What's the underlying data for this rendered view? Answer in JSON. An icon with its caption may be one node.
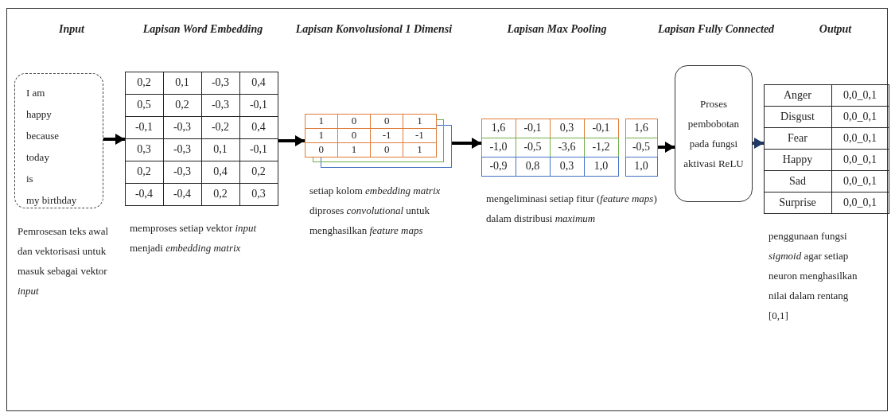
{
  "diagram": {
    "nodes": [
      {
        "text": [
          "I am",
          "happy",
          "because",
          "today",
          "is",
          "my birthday"
        ],
        "beside": [
          "Pemrosesan teks awal dan vektorisasi untuk masuk sebagai vektor *input*"
        ]
      },
      {
        "text": [
          "0,2",
          "0,1",
          "-0,3",
          "0,4",
          "0,5",
          "0,2",
          "-0,3",
          "-0,1",
          "-0,1",
          "-0,3",
          "-0,2",
          "0,4",
          "0,3",
          "-0,3",
          "0,1",
          "-0,1",
          "0,2",
          "-0,3",
          "0,4",
          "0,2",
          "-0,4",
          "-0,4",
          "0,2",
          "0,3"
        ],
        "beside": [
          "memproses setiap vektor *input* menjadi *embedding matrix*"
        ]
      },
      {
        "text": [
          "1",
          "0",
          "0",
          "1",
          "1",
          "0",
          "-1",
          "-1",
          "0",
          "1",
          "0",
          "1"
        ],
        "beside": [
          "setiap kolom *embedding matrix* diproses *convolutional* untuk menghasilkan *feature maps*"
        ]
      },
      {
        "text": [
          "1,6",
          "-0,1",
          "0,3",
          "-0,1",
          "-1,0",
          "-0,5",
          "-3,6",
          "-1,2",
          "-0,9",
          "0,8",
          "0,3",
          "1,0"
        ],
        "beside": [
          "mengeliminasi setiap fitur (*feature maps*) dalam distribusi *maximum*"
        ]
      },
      {
        "text": [
          "1,6",
          "-0,5",
          "1,0"
        ]
      },
      {
        "text": [
          "Proses pembobotan pada fungsi aktivasi ReLU"
        ]
      },
      {
        "text": [
          "Anger",
          "0,0_0,1",
          "Disgust",
          "0,0_0,1",
          "Fear",
          "0,0_0,1",
          "Happy",
          "0,0_0,1",
          "Sad",
          "0,0_0,1",
          "Surprise",
          "0,0_0,1"
        ],
        "beside": [
          "penggunaan fungsi *sigmoid* agar setiap neuron menghasilkan nilai dalam rentang [0,1]"
        ]
      }
    ],
    "edges": [
      {
        "from": 0,
        "to": 1,
        "arrow": "to"
      },
      {
        "from": 1,
        "to": 2,
        "arrow": "to"
      },
      {
        "from": 2,
        "to": 3,
        "arrow": "to"
      },
      {
        "from": 4,
        "to": 5,
        "arrow": "to"
      },
      {
        "from": 5,
        "to": 6,
        "arrow": "to",
        "color": "#1f3864"
      }
    ],
    "labels": [
      "Input",
      "Lapisan Word Embedding",
      "Lapisan Konvolusional 1 Dimensi",
      "Lapisan Max Pooling",
      "Lapisan Fully Connected",
      "Output"
    ]
  }
}
